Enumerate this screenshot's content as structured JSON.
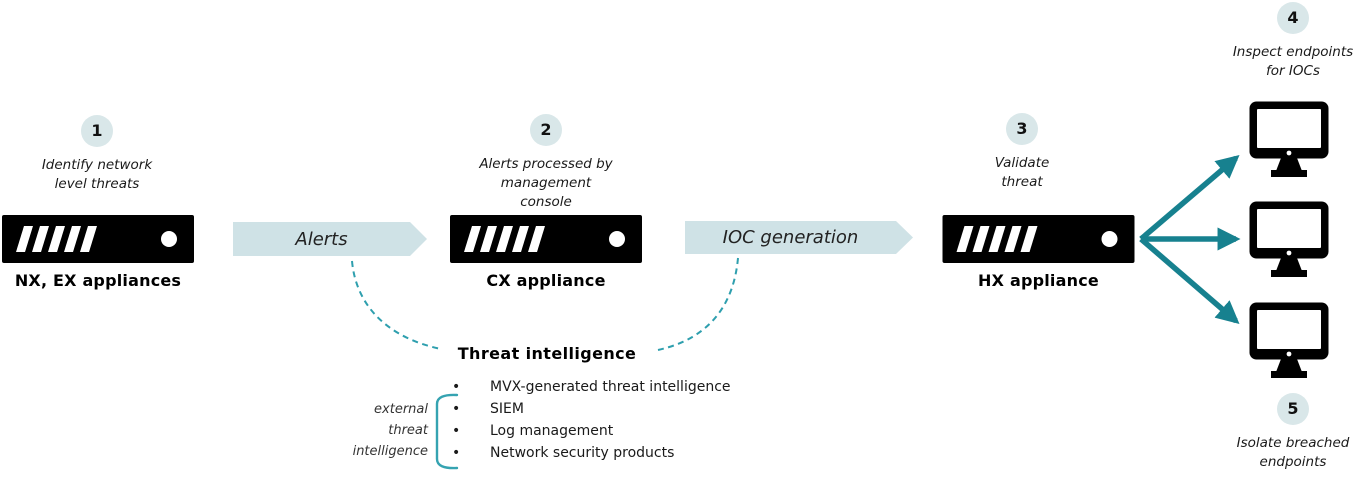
{
  "colors": {
    "step_circle_bg": "#d9e7e9",
    "banner_bg": "#cfe2e6",
    "arrow_teal": "#17818f",
    "dashed_teal": "#2e9fae",
    "appliance_black": "#000000"
  },
  "steps": [
    {
      "number": "1",
      "lines": [
        "Identify network",
        "level threats"
      ]
    },
    {
      "number": "2",
      "lines": [
        "Alerts processed by",
        "management console"
      ]
    },
    {
      "number": "3",
      "lines": [
        "Validate",
        "threat"
      ]
    },
    {
      "number": "4",
      "lines": [
        "Inspect endpoints",
        "for IOCs"
      ]
    },
    {
      "number": "5",
      "lines": [
        "Isolate breached",
        "endpoints"
      ]
    }
  ],
  "appliances": [
    {
      "label": "NX, EX appliances"
    },
    {
      "label": "CX appliance"
    },
    {
      "label": "HX appliance"
    }
  ],
  "banners": [
    {
      "label": "Alerts"
    },
    {
      "label": "IOC generation"
    }
  ],
  "threat_intelligence": {
    "title": "Threat intelligence",
    "bullets": [
      "MVX-generated threat intelligence",
      "SIEM",
      "Log management",
      "Network security products"
    ],
    "external_label_lines": [
      "external",
      "threat",
      "intelligence"
    ]
  }
}
